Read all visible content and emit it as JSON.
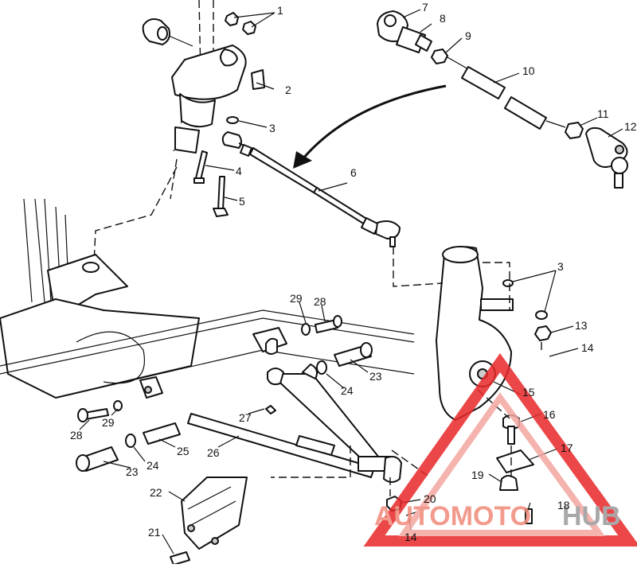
{
  "labels": {
    "p1": "1",
    "p2": "2",
    "p3a": "3",
    "p3b": "3",
    "p4": "4",
    "p5": "5",
    "p6": "6",
    "p7": "7",
    "p8": "8",
    "p9": "9",
    "p10": "10",
    "p11": "11",
    "p12": "12",
    "p13": "13",
    "p14a": "14",
    "p14b": "14",
    "p15": "15",
    "p16": "16",
    "p17": "17",
    "p18": "18",
    "p19": "19",
    "p20": "20",
    "p21": "21",
    "p22": "22",
    "p23a": "23",
    "p23b": "23",
    "p24a": "24",
    "p24b": "24",
    "p25": "25",
    "p26": "26",
    "p27": "27",
    "p28a": "28",
    "p28b": "28",
    "p29a": "29",
    "p29b": "29"
  },
  "watermark": {
    "text_part1": "AUTOMOTO",
    "text_part2": "HUB",
    "color_primary": "#e8282a",
    "color_secondary": "#f4a6a0",
    "color_text1": "#f08a7a",
    "color_text2": "#9a9a9a"
  }
}
